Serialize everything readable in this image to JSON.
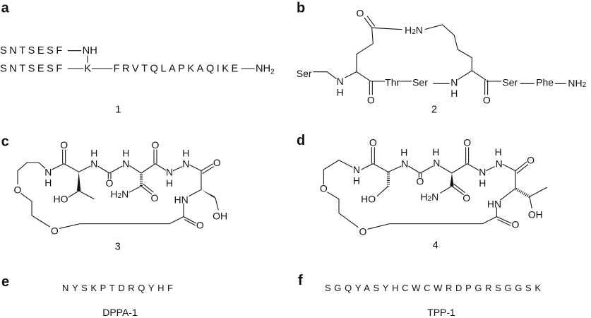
{
  "panel_a": {
    "label": "a",
    "top_sequence": "SNTSESF",
    "top_branch": "NH",
    "bottom_sequence": "SNTSESF",
    "branch_residue": "K",
    "chain": "FRVTQLAPKAQIKE",
    "terminus": "NH",
    "terminus_sub": "2",
    "compound": "1"
  },
  "panel_b": {
    "label": "b",
    "carbonyl_o": "O",
    "amine_h": "H",
    "amine_sub": "2",
    "amine_n": "N",
    "ser1": "Ser",
    "n1": "N",
    "h1": "H",
    "o1": "O",
    "thr": "Thr",
    "ser2": "Ser",
    "n2": "N",
    "h2": "H",
    "o2": "O",
    "ser3": "Ser",
    "phe": "Phe",
    "terminus": "NH",
    "terminus_sub": "2",
    "compound": "2"
  },
  "panel_c": {
    "label": "c",
    "atoms": [
      "N",
      "H",
      "O",
      "O",
      "O",
      "O",
      "HN",
      "O",
      "N",
      "H",
      "N",
      "H",
      "O",
      "O",
      "H",
      "N",
      "N",
      "H",
      "O",
      "N",
      "H",
      "O",
      "HO",
      "OH"
    ],
    "compound": "3"
  },
  "panel_d": {
    "label": "d",
    "atoms": [
      "N",
      "H",
      "O",
      "O",
      "O",
      "O",
      "HN",
      "O",
      "N",
      "H",
      "N",
      "H",
      "O",
      "O",
      "H",
      "N",
      "N",
      "H",
      "O",
      "N",
      "H",
      "O",
      "HO",
      "OH"
    ],
    "compound": "4"
  },
  "panel_e": {
    "label": "e",
    "sequence": "NYSKPTDRQYHF",
    "name": "DPPA-1"
  },
  "panel_f": {
    "label": "f",
    "sequence": "SGQYASYHCWCWRDPGRSGGSK",
    "name": "TPP-1"
  }
}
